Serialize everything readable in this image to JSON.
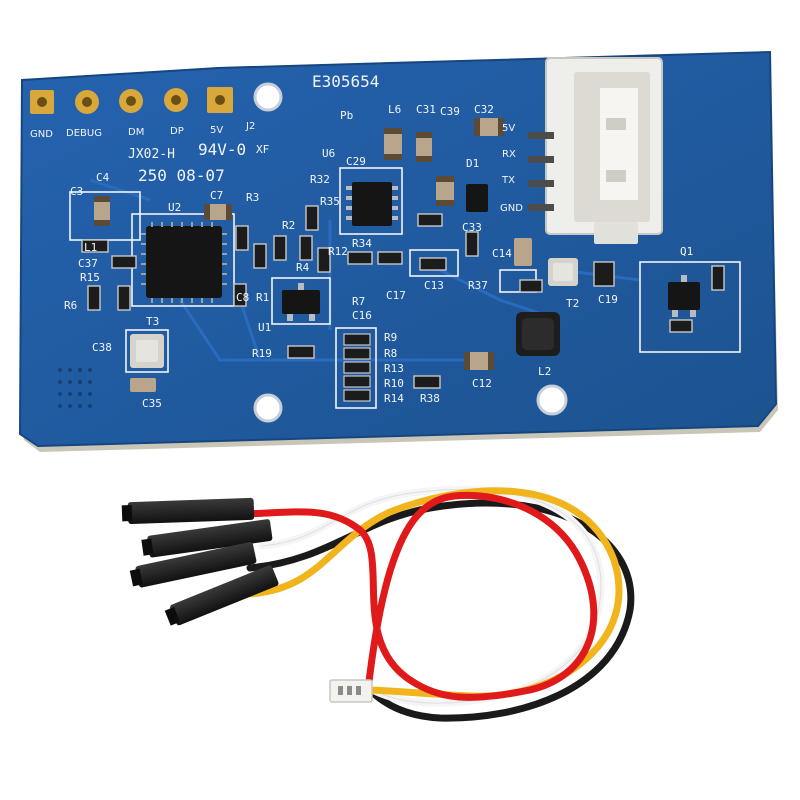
{
  "board": {
    "header_labels": [
      "GND",
      "DEBUG",
      "DM",
      "DP",
      "5V"
    ],
    "connector_labels": [
      "5V",
      "RX",
      "TX",
      "GND"
    ],
    "markings": {
      "ul_number": "E305654",
      "model": "JX02-H",
      "flame_rating": "94V-0",
      "maker_code": "XF",
      "date_code": "250 08-07",
      "pb_free": "Pb",
      "header_ref": "J2"
    },
    "ref_designators": {
      "u1": "U1",
      "u2": "U2",
      "u6": "U6",
      "d1": "D1",
      "l1": "L1",
      "l2": "L2",
      "l6": "L6",
      "t2": "T2",
      "t3": "T3",
      "q1": "Q1",
      "c3": "C3",
      "c4": "C4",
      "c7": "C7",
      "c8": "C8",
      "c12": "C12",
      "c13": "C13",
      "c14": "C14",
      "c16": "C16",
      "c17": "C17",
      "c19": "C19",
      "c29": "C29",
      "c31": "C31",
      "c32": "C32",
      "c33": "C33",
      "c35": "C35",
      "c37": "C37",
      "c38": "C38",
      "c39": "C39",
      "r1": "R1",
      "r2": "R2",
      "r3": "R3",
      "r4": "R4",
      "r6": "R6",
      "r7": "R7",
      "r8": "R8",
      "r9": "R9",
      "r10": "R10",
      "r12": "R12",
      "r13": "R13",
      "r14": "R14",
      "r15": "R15",
      "r19": "R19",
      "r32": "R32",
      "r34": "R34",
      "r35": "R35",
      "r37": "R37",
      "r38": "R38"
    }
  },
  "colors": {
    "pcb": "#1f5aa6",
    "pcb_edge": "#16467f",
    "gold": "#d8a83a",
    "silkscreen": "#f2f4f8",
    "connector": "#eeeeea",
    "wire_red": "#e01a1a",
    "wire_yellow": "#f2b41c",
    "wire_white": "#f5f5f5",
    "wire_black": "#1a1a1a"
  }
}
